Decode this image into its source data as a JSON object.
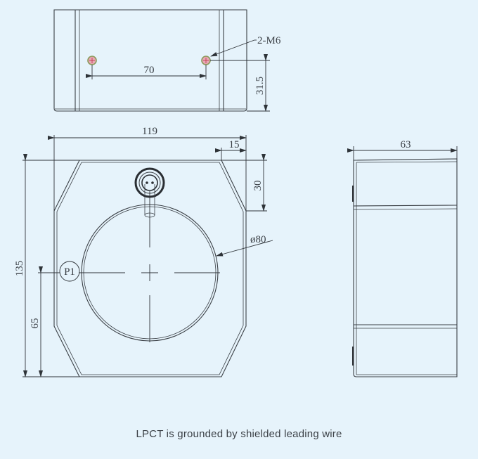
{
  "figure": {
    "subject": "LPCT",
    "caption": "LPCT is grounded by shielded leading wire",
    "colors": {
      "background": "#e6f3fb",
      "line": "#3a3f45",
      "hole_fill": "#e8a9b4",
      "hole_ring": "#8a9a5a"
    }
  },
  "top_view": {
    "hole_callout": "2-M6",
    "hole_spacing": "70",
    "hole_offset": "31.5"
  },
  "front_view": {
    "width": "119",
    "chamfer_horizontal": "15",
    "chamfer_vertical": "30",
    "height": "135",
    "center_height": "65",
    "bore_diameter": "ø80",
    "point_label": "P1"
  },
  "side_view": {
    "depth": "63"
  }
}
